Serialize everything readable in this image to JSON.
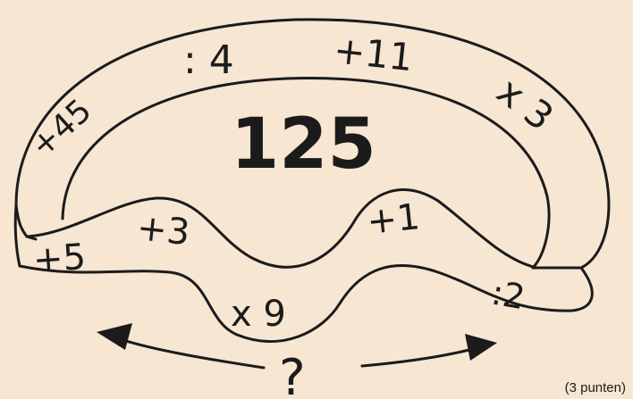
{
  "puzzle": {
    "center_number": "125",
    "operations": {
      "op_plus45": "+45",
      "op_div4": ": 4",
      "op_plus11": "+11",
      "op_times3": "x 3",
      "op_plus5": "+5",
      "op_plus3": "+3",
      "op_plus1": "+1",
      "op_div2": ":2",
      "op_times9": "x 9"
    },
    "question_mark": "?",
    "points_note": "(3 punten)"
  },
  "colors": {
    "background": "#f6e6d2",
    "ink": "#1b1b1b"
  }
}
